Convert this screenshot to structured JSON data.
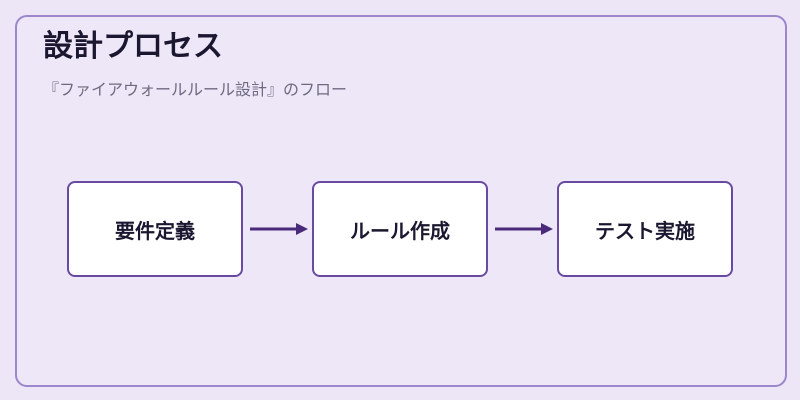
{
  "diagram": {
    "title": "設計プロセス",
    "subtitle": "『ファイアウォールルール設計』のフロー",
    "steps": [
      {
        "label": "要件定義"
      },
      {
        "label": "ルール作成"
      },
      {
        "label": "テスト実施"
      }
    ],
    "colors": {
      "background": "#ece6f6",
      "card_border": "#9c86cc",
      "step_border": "#6a4aa0",
      "arrow": "#4a2a7a"
    }
  }
}
